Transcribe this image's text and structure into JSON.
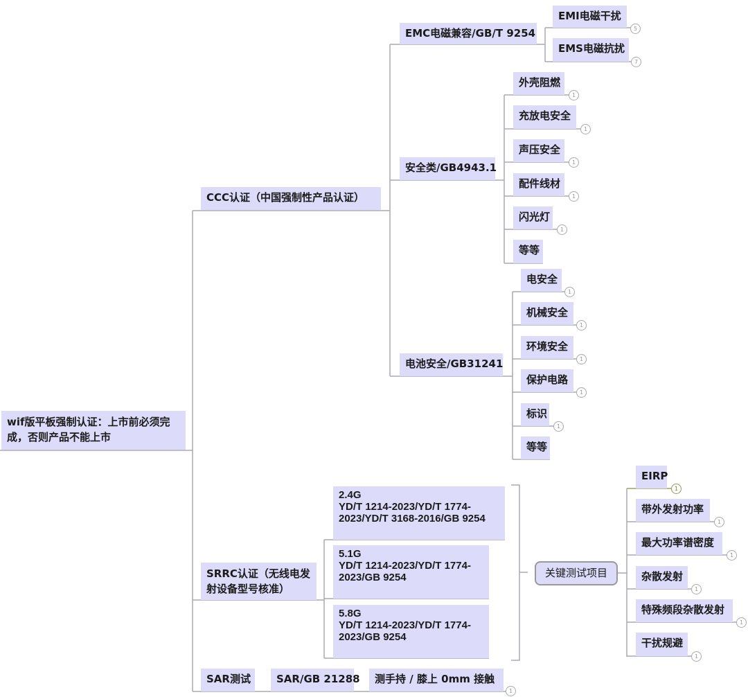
{
  "root": "wif版平板强制认证：上市前必须完成，否则产品不能上市",
  "ccc": {
    "label": "CCC认证（中国强制性产品认证）",
    "emc": {
      "label": "EMC电磁兼容/GB/T 9254",
      "children": [
        {
          "label": "EMI电磁干扰",
          "count": "5"
        },
        {
          "label": "EMS电磁抗扰",
          "count": "7"
        }
      ]
    },
    "safety": {
      "label": "安全类/GB4943.1",
      "children": [
        {
          "label": "外壳阻燃",
          "count": "1"
        },
        {
          "label": "充放电安全",
          "count": "1"
        },
        {
          "label": "声压安全",
          "count": "1"
        },
        {
          "label": "配件线材",
          "count": "1"
        },
        {
          "label": "闪光灯",
          "count": "1"
        },
        {
          "label": "等等"
        }
      ]
    },
    "battery": {
      "label": "电池安全/GB31241",
      "children": [
        {
          "label": "电安全",
          "count": "1"
        },
        {
          "label": "机械安全",
          "count": "1"
        },
        {
          "label": "环境安全",
          "count": "1"
        },
        {
          "label": "保护电路",
          "count": "1"
        },
        {
          "label": "标识",
          "count": "1"
        },
        {
          "label": "等等"
        }
      ]
    }
  },
  "srrc": {
    "label": "SRRC认证（无线电发射设备型号核准）",
    "bands": [
      {
        "band": "2.4G",
        "standards": "YD/T 1214-2023/YD/T 1774-2023/YD/T 3168-2016/GB 9254"
      },
      {
        "band": "5.1G",
        "standards": "YD/T 1214-2023/YD/T 1774-2023/GB 9254"
      },
      {
        "band": "5.8G",
        "standards": "YD/T 1214-2023/YD/T 1774-2023/GB 9254"
      }
    ],
    "summary": "关键测试项目",
    "tests": [
      {
        "label": "EIRP",
        "count": "1"
      },
      {
        "label": "带外发射功率",
        "count": "1"
      },
      {
        "label": "最大功率谱密度",
        "count": "1"
      },
      {
        "label": "杂散发射",
        "count": "1"
      },
      {
        "label": "特殊频段杂散发射",
        "count": "1"
      },
      {
        "label": "干扰规避",
        "count": "1"
      }
    ]
  },
  "sar": {
    "label": "SAR测试",
    "standard": "SAR/GB 21288",
    "method": "测手持 / 膝上 0mm 接触",
    "count": "1"
  },
  "colors": {
    "node": "#dcdcfa",
    "line": "#a8a8b8"
  }
}
